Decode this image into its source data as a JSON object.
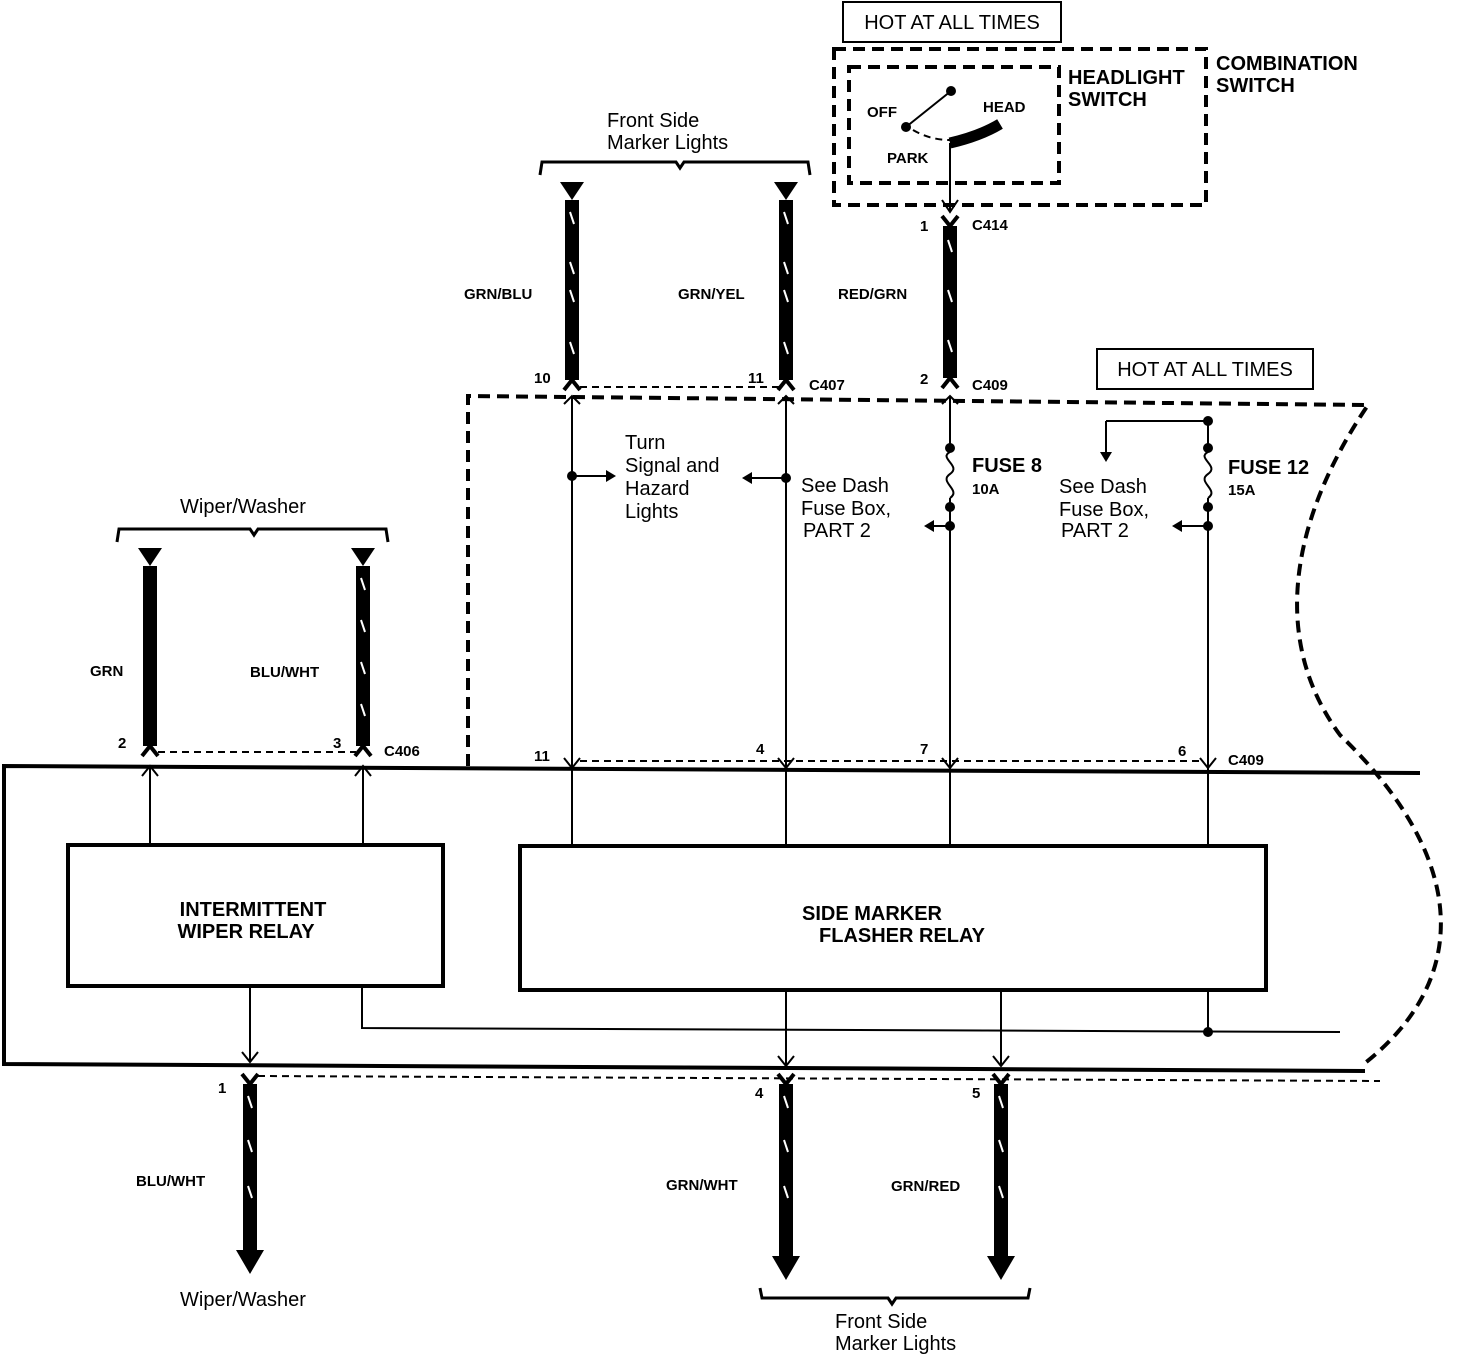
{
  "labels": {
    "hot_top": "HOT AT ALL TIMES",
    "combination_switch_1": "COMBINATION",
    "combination_switch_2": "SWITCH",
    "headlight_switch_1": "HEADLIGHT",
    "headlight_switch_2": "SWITCH",
    "pos_off": "OFF",
    "pos_head": "HEAD",
    "pos_park": "PARK",
    "front_side_top_1": "Front Side",
    "front_side_top_2": "Marker Lights",
    "wiper_washer_top": "Wiper/Washer",
    "hot_fuse": "HOT AT ALL TIMES",
    "turn_signal_1": "Turn",
    "turn_signal_2": "Signal and",
    "turn_signal_3": "Hazard",
    "turn_signal_4": "Lights",
    "see_dash_a_1": "See Dash",
    "see_dash_a_2": "Fuse Box,",
    "see_dash_a_3": "PART 2",
    "see_dash_b_1": "See Dash",
    "see_dash_b_2": "Fuse Box,",
    "see_dash_b_3": "PART 2",
    "fuse8_name": "FUSE 8",
    "fuse8_rating": "10A",
    "fuse12_name": "FUSE 12",
    "fuse12_rating": "15A",
    "wiper_relay_1": "INTERMITTENT",
    "wiper_relay_2": "WIPER RELAY",
    "flasher_relay_1": "SIDE MARKER",
    "flasher_relay_2": "FLASHER RELAY",
    "wiper_washer_bottom": "Wiper/Washer",
    "front_side_bottom_1": "Front Side",
    "front_side_bottom_2": "Marker Lights"
  },
  "wires": {
    "grn_blu": "GRN/BLU",
    "grn_yel": "GRN/YEL",
    "red_grn": "RED/GRN",
    "grn": "GRN",
    "blu_wht_top": "BLU/WHT",
    "blu_wht_bottom": "BLU/WHT",
    "grn_wht": "GRN/WHT",
    "grn_red": "GRN/RED"
  },
  "connectors": {
    "c414": "C414",
    "c407": "C407",
    "c409_top": "C409",
    "c406": "C406",
    "c409_mid": "C409"
  },
  "pins": {
    "c414_1": "1",
    "c407_10": "10",
    "c407_11": "11",
    "c409_2": "2",
    "c406_2": "2",
    "c406_3": "3",
    "c409_11": "11",
    "c409_4": "4",
    "c409_7": "7",
    "c409_6": "6",
    "bot_1": "1",
    "bot_4": "4",
    "bot_5": "5"
  }
}
